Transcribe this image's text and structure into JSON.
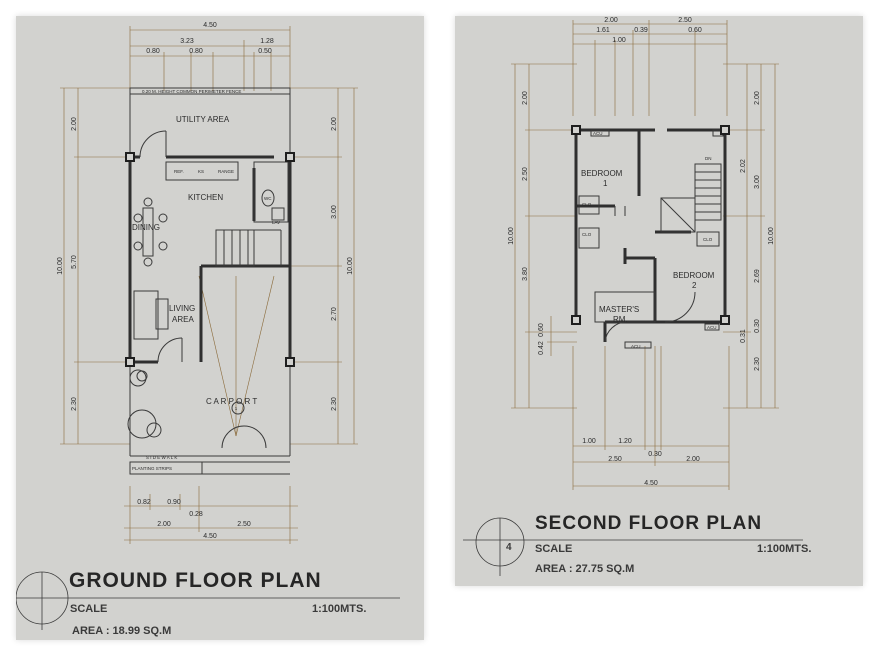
{
  "ground_floor": {
    "title": "GROUND FLOOR PLAN",
    "scale_label": "SCALE",
    "scale_value": "1:100MTS.",
    "area": "AREA : 18.99 SQ.M",
    "fence_note": "0.20 M. HEIGHT    COMMON PERIMETER FENCE",
    "rooms": {
      "utility": "UTILITY AREA",
      "kitchen": "KITCHEN",
      "dining": "DINING",
      "living_1": "LIVING",
      "living_2": "AREA",
      "carport": "C A R P O R T",
      "carport_no": "1",
      "sidewalk": "S   I   D   E   W   A   L   K",
      "planting": "PLANTING STRIPS"
    },
    "fixtures": {
      "ref": "REF.",
      "ks": "KS",
      "range": "RANGE",
      "wc": "WC",
      "lav": "LAV"
    },
    "dims_top": {
      "overall": "4.50",
      "a": "3.23",
      "b": "1.28",
      "c": "0.80",
      "d": "0.80",
      "e": "0.50"
    },
    "dims_left": {
      "a": "2.00",
      "b": "5.70",
      "c": "2.30",
      "overall": "10.00"
    },
    "dims_right": {
      "a": "2.00",
      "b": "3.00",
      "c": "2.70",
      "d": "2.30",
      "overall": "10.00"
    },
    "dims_bottom": {
      "a": "0.82",
      "b": "0.90",
      "c": "0.28",
      "d": "2.00",
      "e": "2.50",
      "overall": "4.50"
    }
  },
  "second_floor": {
    "title": "SECOND FLOOR PLAN",
    "sheet_no": "4",
    "scale_label": "SCALE",
    "scale_value": "1:100MTS.",
    "area": "AREA : 27.75 SQ.M",
    "rooms": {
      "bedroom1_a": "BEDROOM",
      "bedroom1_b": "1",
      "bedroom2_a": "BEDROOM",
      "bedroom2_b": "2",
      "master_a": "MASTER'S",
      "master_b": "RM.",
      "clo1": "CLO",
      "clo2": "CLO",
      "clo3": "CLO",
      "dn": "DN",
      "acu1": "ACU",
      "acu2": "ACU",
      "acu3": "ACU"
    },
    "dims_top": {
      "a": "2.00",
      "b": "2.50",
      "c": "1.61",
      "d": "0.39",
      "e": "0.60",
      "f": "1.00"
    },
    "dims_left": {
      "a": "2.00",
      "b": "2.50",
      "c": "3.80",
      "d": "0.60",
      "e": "0.42",
      "overall": "10.00"
    },
    "dims_right": {
      "a": "2.00",
      "b": "2.02",
      "c": "3.00",
      "d": "2.69",
      "e": "0.30",
      "f": "0.31",
      "g": "2.30",
      "overall": "10.00"
    },
    "dims_bottom": {
      "a": "1.00",
      "b": "1.20",
      "c": "0.30",
      "d": "2.50",
      "e": "2.00",
      "overall": "4.50"
    }
  },
  "colors": {
    "paper": "#d2d2cf",
    "ink": "#2b2b2b",
    "dim_line": "#8a6a3a"
  }
}
